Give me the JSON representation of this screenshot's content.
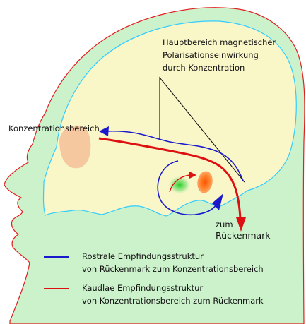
{
  "diagram": {
    "annotation_main": [
      "Hauptbereich magnetischer",
      "Polarisationseinwirkung",
      "durch Konzentration"
    ],
    "label_concentration_area": "Konzentrationsbereich",
    "label_destination": [
      "zum",
      "Rückenmark"
    ],
    "legend": [
      {
        "color": "#1a1acc",
        "lines": [
          "Rostrale Empfindungsstruktur",
          "von Rückenmark zum Konzentrationsbereich"
        ]
      },
      {
        "color": "#dd1111",
        "lines": [
          "Kaudlae Empfindungsstruktur",
          "von Konzentrationsbereich zum Rückenmark"
        ]
      }
    ]
  },
  "colors": {
    "head_fill": "#ccf2cc",
    "head_outline": "#e02020",
    "skull_fill": "#f9f6c8",
    "skull_outline": "#33ccff",
    "eye_area": "#f6c8a0",
    "green_spot": "#33cc33",
    "orange_spot": "#ff7722",
    "rostral_arrow": "#1a1acc",
    "caudal_arrow": "#dd1111"
  }
}
